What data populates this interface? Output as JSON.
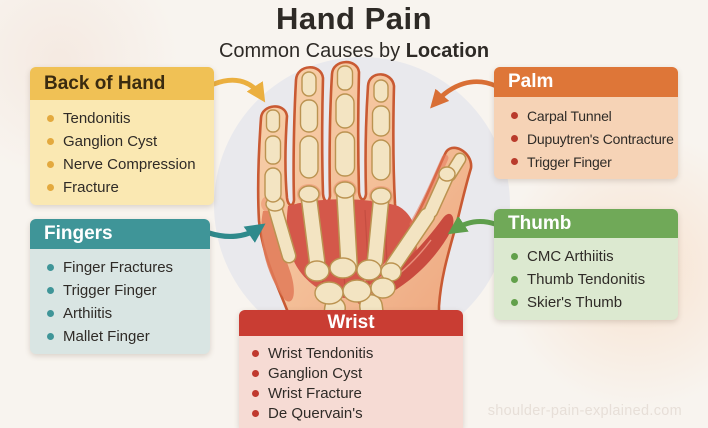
{
  "title": "Hand Pain",
  "subtitle": {
    "prefix": "Common Causes by ",
    "bold": "Location"
  },
  "watermark": "shoulder-pain-explained.com",
  "colors": {
    "background": "#F8F4EF",
    "circle_backdrop": "#E9E9ED",
    "title_text": "#2E2A26",
    "item_text": "#2F2B27",
    "hand_skin": "#F3BD96",
    "hand_outline": "#C95A33",
    "hand_bone": "#F3E4C2",
    "hand_muscle": "#D4584A"
  },
  "boxes": {
    "back_of_hand": {
      "label": "Back of Hand",
      "items": [
        "Tendonitis",
        "Ganglion Cyst",
        "Nerve Compression",
        "Fracture"
      ],
      "header_bg": "#F0C155",
      "header_text": "#3A2B10",
      "body_bg": "#FAE8B2",
      "bullet": "#E3A93E",
      "arrow": "#EBAF3F"
    },
    "fingers": {
      "label": "Fingers",
      "items": [
        "Finger Fractures",
        "Trigger Finger",
        "Arthiitis",
        "Mallet Finger"
      ],
      "header_bg": "#3F9598",
      "header_text": "#FFFFFF",
      "body_bg": "#D9E5E3",
      "bullet": "#3F9598",
      "arrow": "#2F8A8C"
    },
    "palm": {
      "label": "Palm",
      "items": [
        "Carpal Tunnel",
        "Dupuytren's Contracture",
        "Trigger Finger"
      ],
      "header_bg": "#DE7638",
      "header_text": "#FFFFFF",
      "body_bg": "#F6D3B6",
      "bullet": "#B93B2C",
      "arrow": "#D96F35"
    },
    "thumb": {
      "label": "Thumb",
      "items": [
        "CMC Arthiitis",
        "Thumb Tendonitis",
        "Skier's Thumb"
      ],
      "header_bg": "#70A958",
      "header_text": "#FFFFFF",
      "body_bg": "#DCE9D0",
      "bullet": "#62A04B",
      "arrow": "#5E9E4C"
    },
    "wrist": {
      "label": "Wrist",
      "items": [
        "Wrist Tendonitis",
        "Ganglion Cyst",
        "Wrist Fracture",
        "De Quervain's"
      ],
      "header_bg": "#C93D33",
      "header_text": "#FFFFFF",
      "body_bg": "#F6DBD4",
      "bullet": "#C0392E"
    }
  }
}
